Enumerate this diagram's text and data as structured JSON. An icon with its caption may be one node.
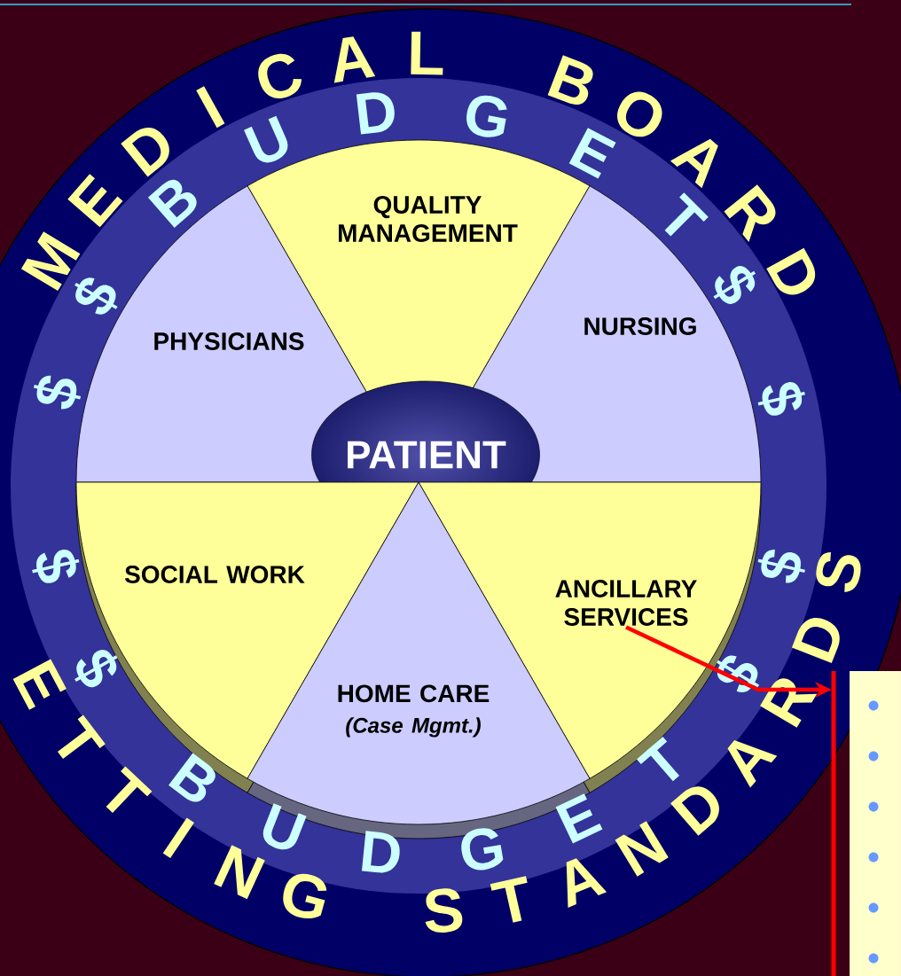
{
  "diagram": {
    "nodes": [
      {
        "text": [
          "QUALITY MANAGEMENT"
        ]
      },
      {
        "text": [
          "PHYSICIANS"
        ]
      },
      {
        "text": [
          "NURSING"
        ]
      },
      {
        "text": [
          "PATIENT"
        ]
      },
      {
        "text": [
          "SOCIAL WORK"
        ]
      },
      {
        "text": [
          "ANCILLARY SERVICES"
        ]
      },
      {
        "text": [
          "HOME CARE",
          "(Case Mgmt.)"
        ]
      },
      {
        "text": [],
        "shape": "box"
      }
    ],
    "edges": [
      {
        "from": 5,
        "to": 7,
        "arrow": "to"
      }
    ],
    "labels": [
      "MEDICAL BOARD",
      "BUDGET",
      "$$",
      "$$",
      "$$",
      "$$",
      "BUDGET",
      "ETTING STANDARDS"
    ]
  }
}
